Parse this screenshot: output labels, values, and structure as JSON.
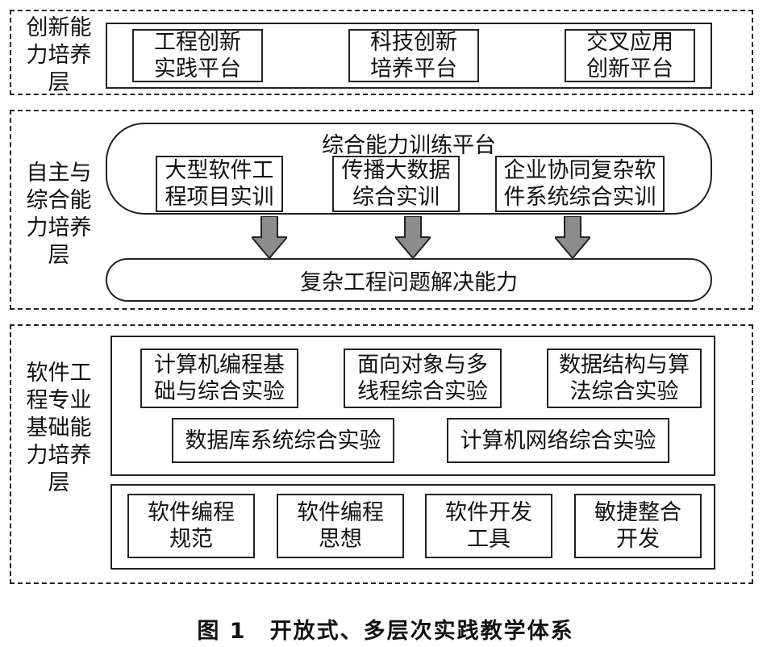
{
  "layers": {
    "innovation": {
      "label_lines": [
        "创新能",
        "力培养",
        "层"
      ],
      "platforms": [
        [
          "工程创新",
          "实践平台"
        ],
        [
          "科技创新",
          "培养平台"
        ],
        [
          "交叉应用",
          "创新平台"
        ]
      ]
    },
    "autonomous": {
      "label_lines": [
        "自主与",
        "综合能",
        "力培养",
        "层"
      ],
      "platform_title": "综合能力训练平台",
      "trainings": [
        [
          "大型软件工",
          "程项目实训"
        ],
        [
          "传播大数据",
          "综合实训"
        ],
        [
          "企业协同复杂软",
          "件系统综合实训"
        ]
      ],
      "outcome": "复杂工程问题解决能力"
    },
    "professional": {
      "label_lines": [
        "软件工",
        "程专业",
        "基础能",
        "力培养",
        "层"
      ],
      "experiments_row1": [
        [
          "计算机编程基",
          "础与综合实验"
        ],
        [
          "面向对象与多",
          "线程综合实验"
        ],
        [
          "数据结构与算",
          "法综合实验"
        ]
      ],
      "experiments_row2": [
        "数据库系统综合实验",
        "计算机网络综合实验"
      ],
      "foundations": [
        [
          "软件编程",
          "规范"
        ],
        [
          "软件编程",
          "思想"
        ],
        [
          "软件开发",
          "工具"
        ],
        [
          "敏捷整合",
          "开发"
        ]
      ]
    }
  },
  "caption": "图 1　开放式、多层次实践教学体系",
  "colors": {
    "arrow_fill": "#8c8c8c",
    "line": "#222222"
  }
}
